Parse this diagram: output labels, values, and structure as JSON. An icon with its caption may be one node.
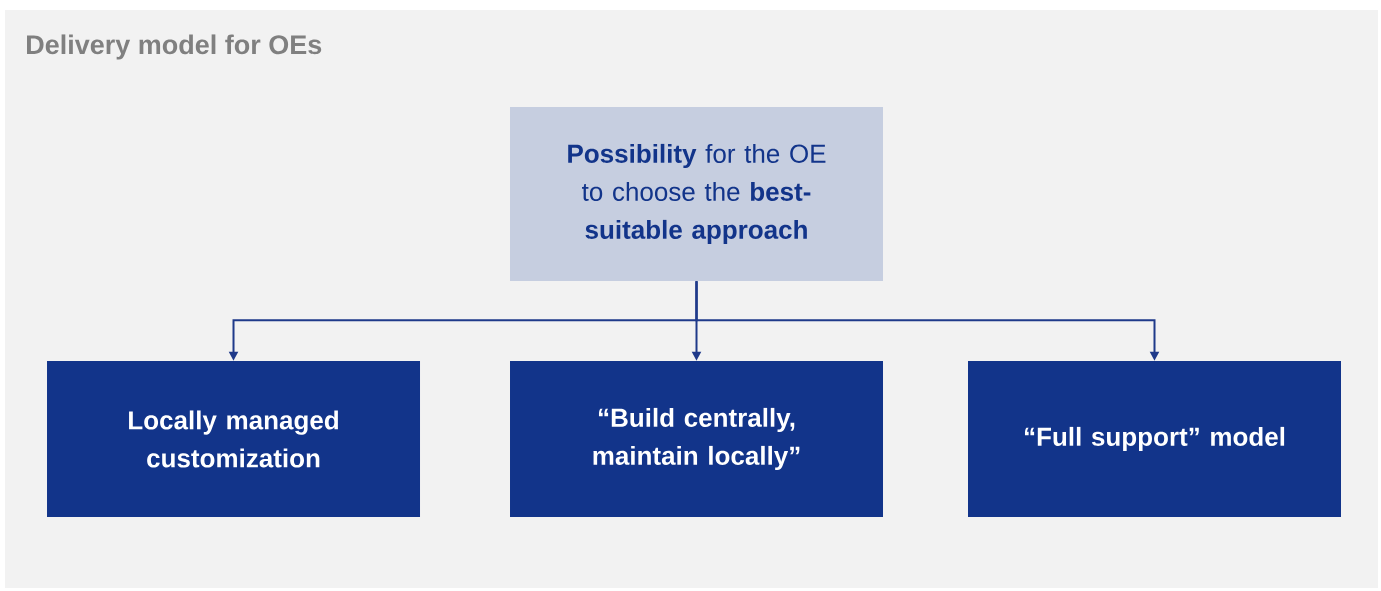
{
  "diagram": {
    "title": "Delivery model for OEs",
    "nodes": [
      {
        "text": [
          "**Possibility** for the OE to choose the **best-suitable approach**"
        ]
      },
      {
        "text": [
          "Locally managed customization"
        ]
      },
      {
        "text": [
          "“Build centrally, maintain locally”"
        ]
      },
      {
        "text": [
          "“Full support” model"
        ]
      }
    ],
    "edges": [
      {
        "from": 0,
        "to": 1,
        "arrow": "to"
      },
      {
        "from": 0,
        "to": 2,
        "arrow": "to"
      },
      {
        "from": 0,
        "to": 3,
        "arrow": "to"
      }
    ]
  }
}
